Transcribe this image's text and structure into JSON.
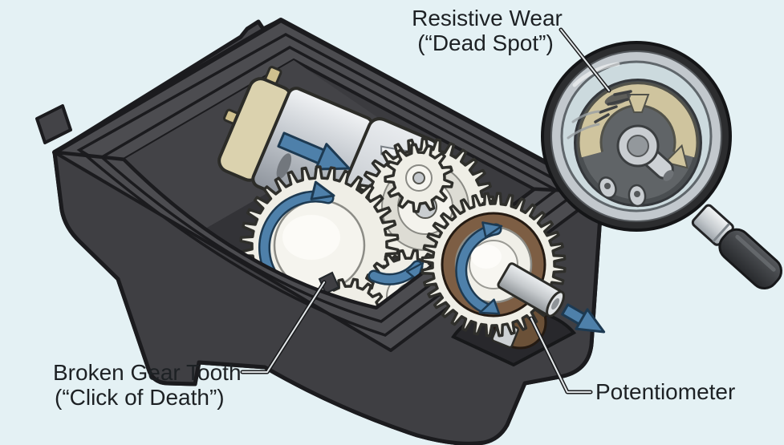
{
  "diagram": {
    "labels": {
      "resistive_wear": {
        "line1": "Resistive Wear",
        "line2": "(“Dead Spot”)"
      },
      "broken_gear_tooth": {
        "line1": "Broken Gear Tooth",
        "line2": "(“Click of Death”)"
      },
      "potentiometer": {
        "text": "Potentiometer"
      }
    },
    "colors": {
      "background": "#e4f1f4",
      "case_body": "#3f3f43",
      "case_rim": "#4c4c50",
      "case_outline": "#1b1b1e",
      "case_cavity": "#3b3b3f",
      "gear_ivory": "#efeee6",
      "arrow_blue": "#4e80aa",
      "arrow_outline": "#1d3a52",
      "motor_silver": "#ccd1d6",
      "motor_cap_tan": "#dbd2ae",
      "pot_ring_brown": "#7d5e44",
      "resistive_track_tan": "#cfc49e",
      "label_text": "#1d2124"
    }
  }
}
